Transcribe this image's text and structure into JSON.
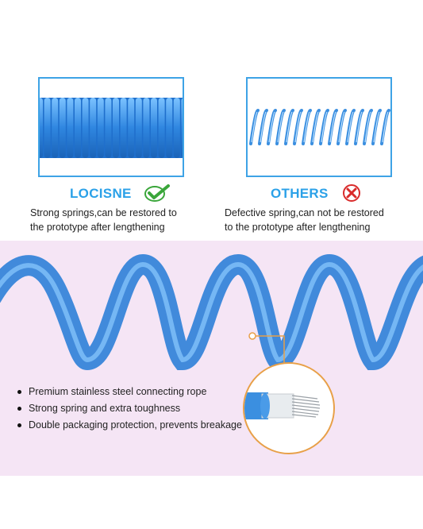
{
  "comparison": {
    "ours": {
      "brand": "LOCISNE",
      "icon": "green-check-icon",
      "line1": "Strong springs,can be restored to",
      "line2": "the prototype after lengthening"
    },
    "others": {
      "brand": "OTHERS",
      "icon": "red-x-icon",
      "line1": "Defective spring,can not be restored",
      "line2": "to the prototype after lengthening"
    }
  },
  "features": [
    "Premium stainless steel connecting rope",
    "Strong spring and extra toughness",
    "Double packaging protection, prevents breakage"
  ],
  "colors": {
    "accent_blue": "#2ba1e8",
    "coil_blue": "#3b8fe0",
    "panel_pink": "#f5e5f5",
    "check_green": "#3aa63a",
    "cross_red": "#d92b2b",
    "leader_orange": "#e8a048"
  }
}
